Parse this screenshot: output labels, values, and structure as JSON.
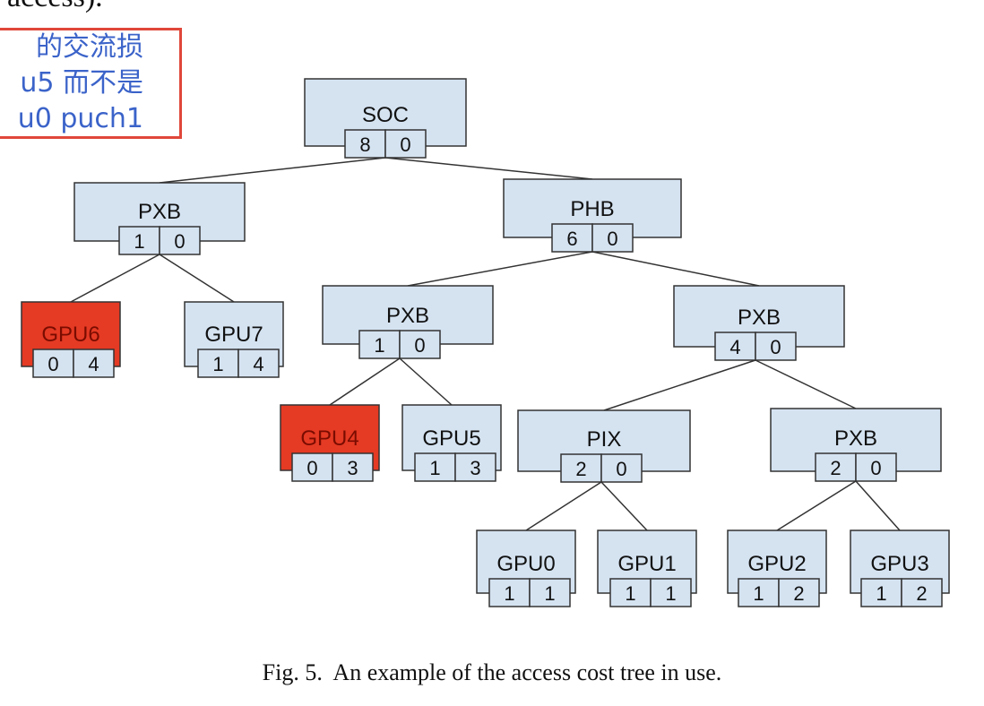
{
  "header_fragment": "access).",
  "annotation": {
    "lines": [
      "的交流损",
      "u5 而不是",
      "u0 puch1"
    ],
    "border_color": "#e0473a",
    "text_color": "#3b63c9"
  },
  "colors": {
    "node_fill": "#d5e3f1",
    "highlight_fill": "#e53a24",
    "stroke": "#333333",
    "highlight_text": "#7a0c00"
  },
  "tree": {
    "nodes": [
      {
        "id": "soc",
        "label": "SOC",
        "left": "8",
        "right": "0"
      },
      {
        "id": "pxb-a",
        "label": "PXB",
        "left": "1",
        "right": "0"
      },
      {
        "id": "phb",
        "label": "PHB",
        "left": "6",
        "right": "0"
      },
      {
        "id": "gpu6",
        "label": "GPU6",
        "left": "0",
        "right": "4",
        "highlight": true
      },
      {
        "id": "gpu7",
        "label": "GPU7",
        "left": "1",
        "right": "4"
      },
      {
        "id": "pxb-b",
        "label": "PXB",
        "left": "1",
        "right": "0"
      },
      {
        "id": "pxb-c",
        "label": "PXB",
        "left": "4",
        "right": "0"
      },
      {
        "id": "gpu4",
        "label": "GPU4",
        "left": "0",
        "right": "3",
        "highlight": true
      },
      {
        "id": "gpu5",
        "label": "GPU5",
        "left": "1",
        "right": "3"
      },
      {
        "id": "pix",
        "label": "PIX",
        "left": "2",
        "right": "0"
      },
      {
        "id": "pxb-d",
        "label": "PXB",
        "left": "2",
        "right": "0"
      },
      {
        "id": "gpu0",
        "label": "GPU0",
        "left": "1",
        "right": "1"
      },
      {
        "id": "gpu1",
        "label": "GPU1",
        "left": "1",
        "right": "1"
      },
      {
        "id": "gpu2",
        "label": "GPU2",
        "left": "1",
        "right": "2"
      },
      {
        "id": "gpu3",
        "label": "GPU3",
        "left": "1",
        "right": "2"
      }
    ],
    "edges": [
      [
        "soc",
        "pxb-a"
      ],
      [
        "soc",
        "phb"
      ],
      [
        "pxb-a",
        "gpu6"
      ],
      [
        "pxb-a",
        "gpu7"
      ],
      [
        "phb",
        "pxb-b"
      ],
      [
        "phb",
        "pxb-c"
      ],
      [
        "pxb-b",
        "gpu4"
      ],
      [
        "pxb-b",
        "gpu5"
      ],
      [
        "pxb-c",
        "pix"
      ],
      [
        "pxb-c",
        "pxb-d"
      ],
      [
        "pix",
        "gpu0"
      ],
      [
        "pix",
        "gpu1"
      ],
      [
        "pxb-d",
        "gpu2"
      ],
      [
        "pxb-d",
        "gpu3"
      ]
    ]
  },
  "caption": "Fig. 5.  An example of the access cost tree in use."
}
